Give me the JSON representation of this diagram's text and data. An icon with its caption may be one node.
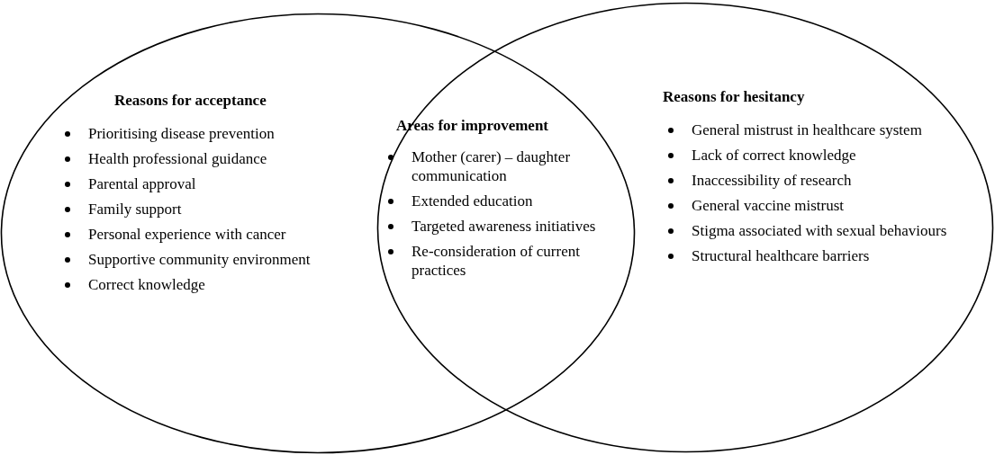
{
  "diagram": {
    "nodes": [
      {
        "text": [
          "Reasons for acceptance",
          "Prioritising disease prevention",
          "Health professional guidance",
          "Parental approval",
          "Family support",
          "Personal experience with cancer",
          "Supportive community environment",
          "Correct knowledge"
        ]
      },
      {
        "text": [
          "Reasons for hesitancy",
          "General mistrust in healthcare system",
          "Lack of correct knowledge",
          "Inaccessibility of research",
          "General vaccine mistrust",
          "Stigma associated with sexual behaviours",
          "Structural healthcare barriers"
        ]
      },
      {
        "text": [
          "Areas for improvement",
          "Mother (carer) – daughter communication",
          "Extended education",
          "Targeted awareness initiatives",
          "Re-consideration of current practices"
        ]
      }
    ]
  }
}
